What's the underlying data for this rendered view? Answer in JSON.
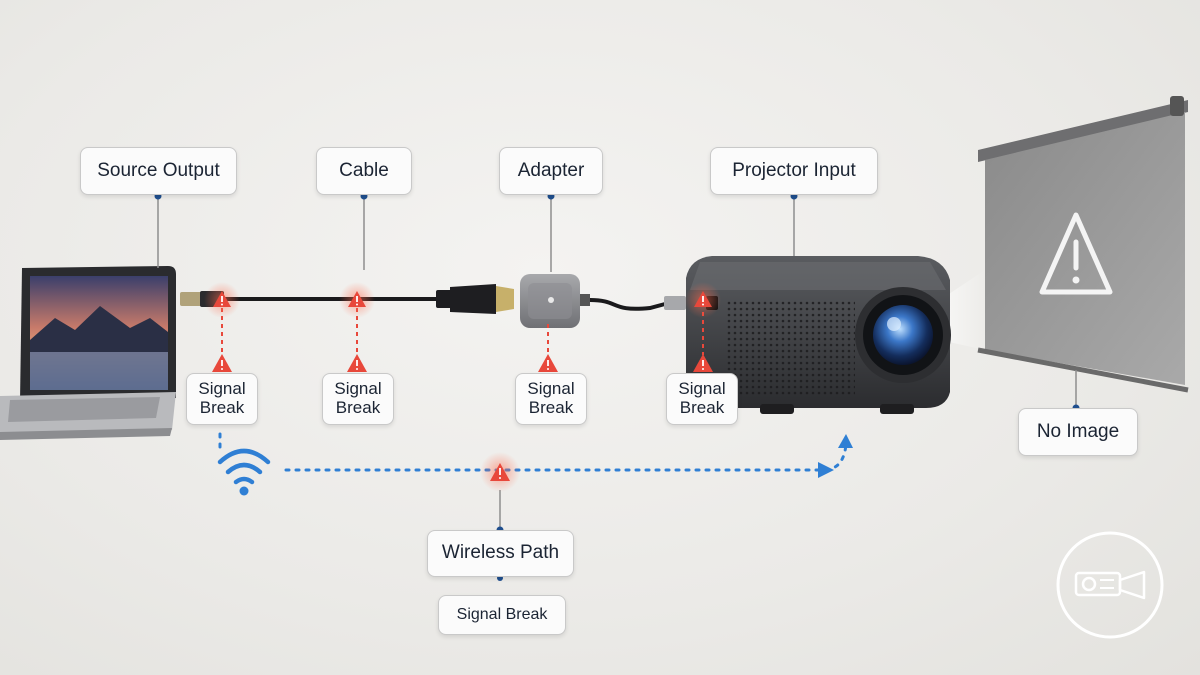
{
  "labels": {
    "source_output": "Source Output",
    "cable": "Cable",
    "adapter": "Adapter",
    "projector_input": "Projector Input",
    "no_image": "No Image",
    "wireless_path": "Wireless Path",
    "wireless_signal_break": "Signal Break"
  },
  "signal_breaks": [
    "Signal Break",
    "Signal Break",
    "Signal Break",
    "Signal Break"
  ],
  "icons": {
    "warning": "warning-triangle-icon",
    "wifi": "wifi-icon",
    "projector_logo": "projector-logo-icon"
  },
  "colors": {
    "warning": "#e8483b",
    "connector": "#1f4f8f",
    "wireless": "#2f7fd4",
    "label_text": "#1b2433"
  }
}
